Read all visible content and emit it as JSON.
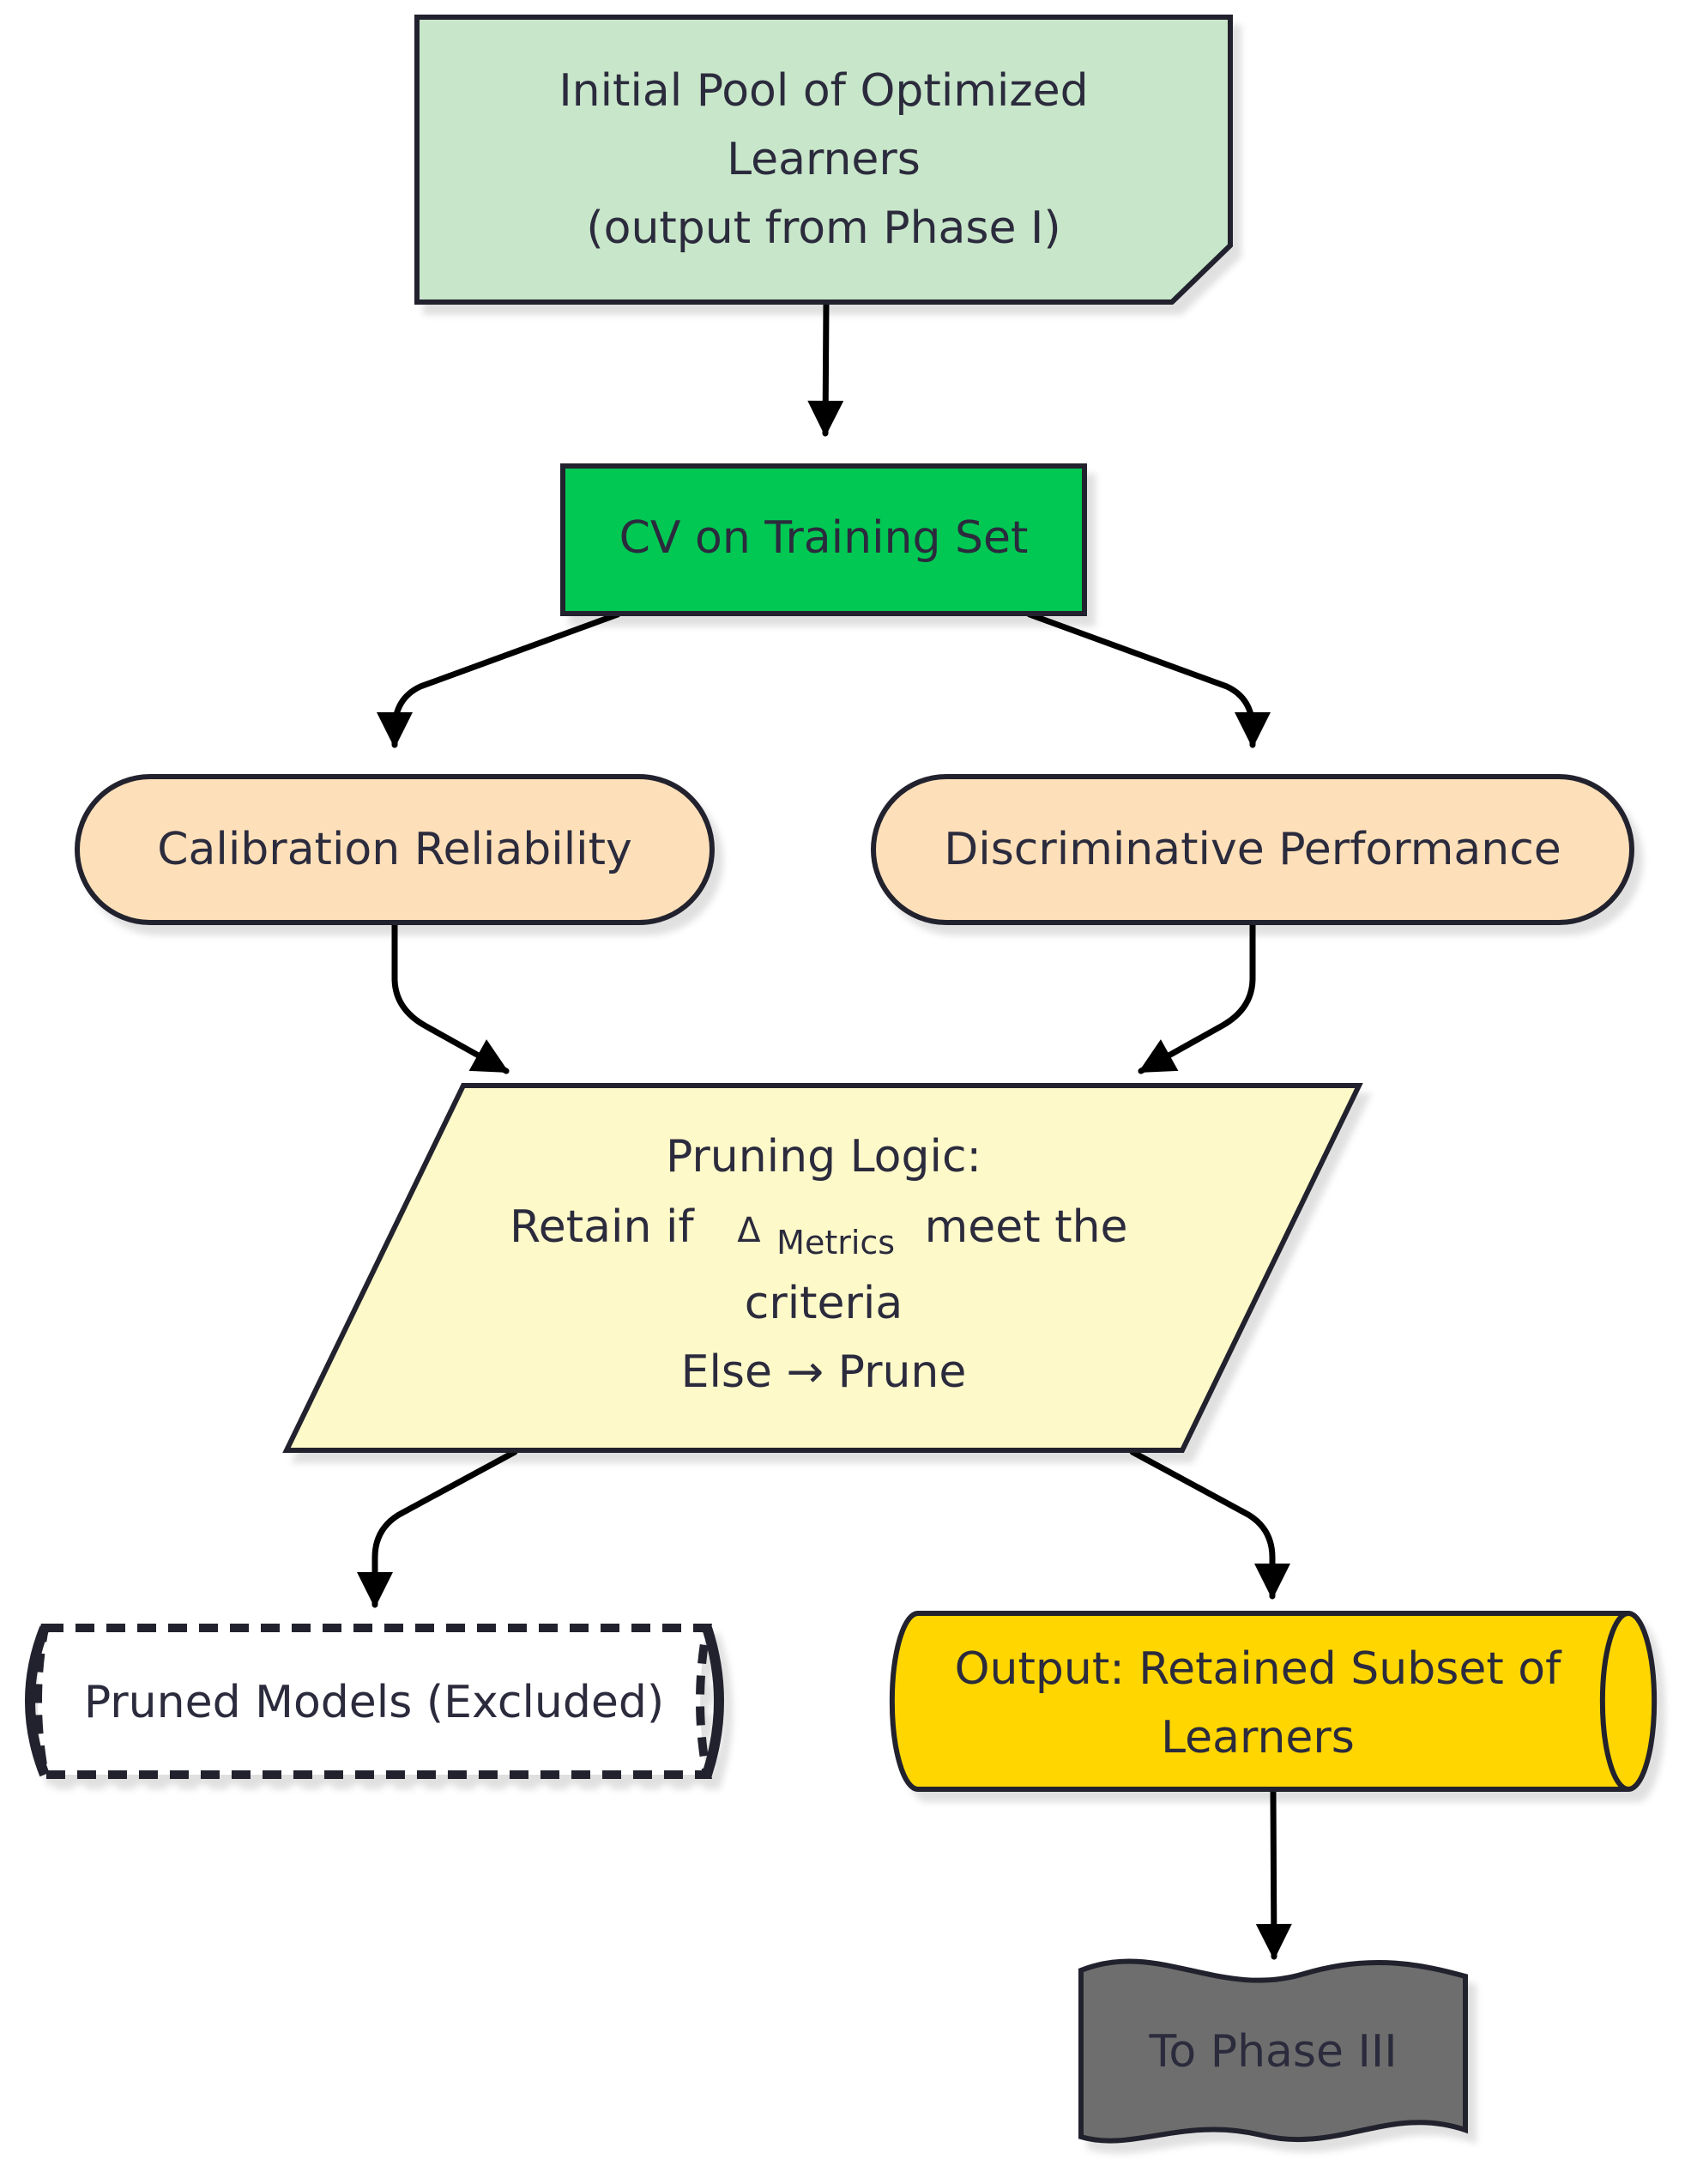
{
  "colors": {
    "stroke": "#23232f",
    "initial_pool_fill": "#c8e6c9",
    "cv_fill": "#00c853",
    "metric_fill": "#fde0b9",
    "logic_fill": "#fef9c9",
    "pruned_fill": "#ffffff",
    "output_fill": "#ffd600",
    "phase_fill": "#6e6e6e",
    "text": "#2b2b3d"
  },
  "nodes": {
    "initial_pool": {
      "line1": "Initial Pool of Optimized",
      "line2": "Learners",
      "line3": "(output from Phase I)"
    },
    "cv": {
      "label": "CV on Training Set"
    },
    "calibration": {
      "label": "Calibration Reliability"
    },
    "discriminative": {
      "label": "Discriminative Performance"
    },
    "pruning_logic": {
      "line1": "Pruning Logic:",
      "line2_prefix": "Retain if",
      "delta": "Δ",
      "subscript": "Metrics",
      "line2_suffix": "meet the",
      "line3": "criteria",
      "line4": "Else → Prune"
    },
    "pruned": {
      "label": "Pruned Models (Excluded)"
    },
    "output": {
      "line1": "Output: Retained Subset of",
      "line2": "Learners"
    },
    "phase3": {
      "label": "To Phase III"
    }
  }
}
